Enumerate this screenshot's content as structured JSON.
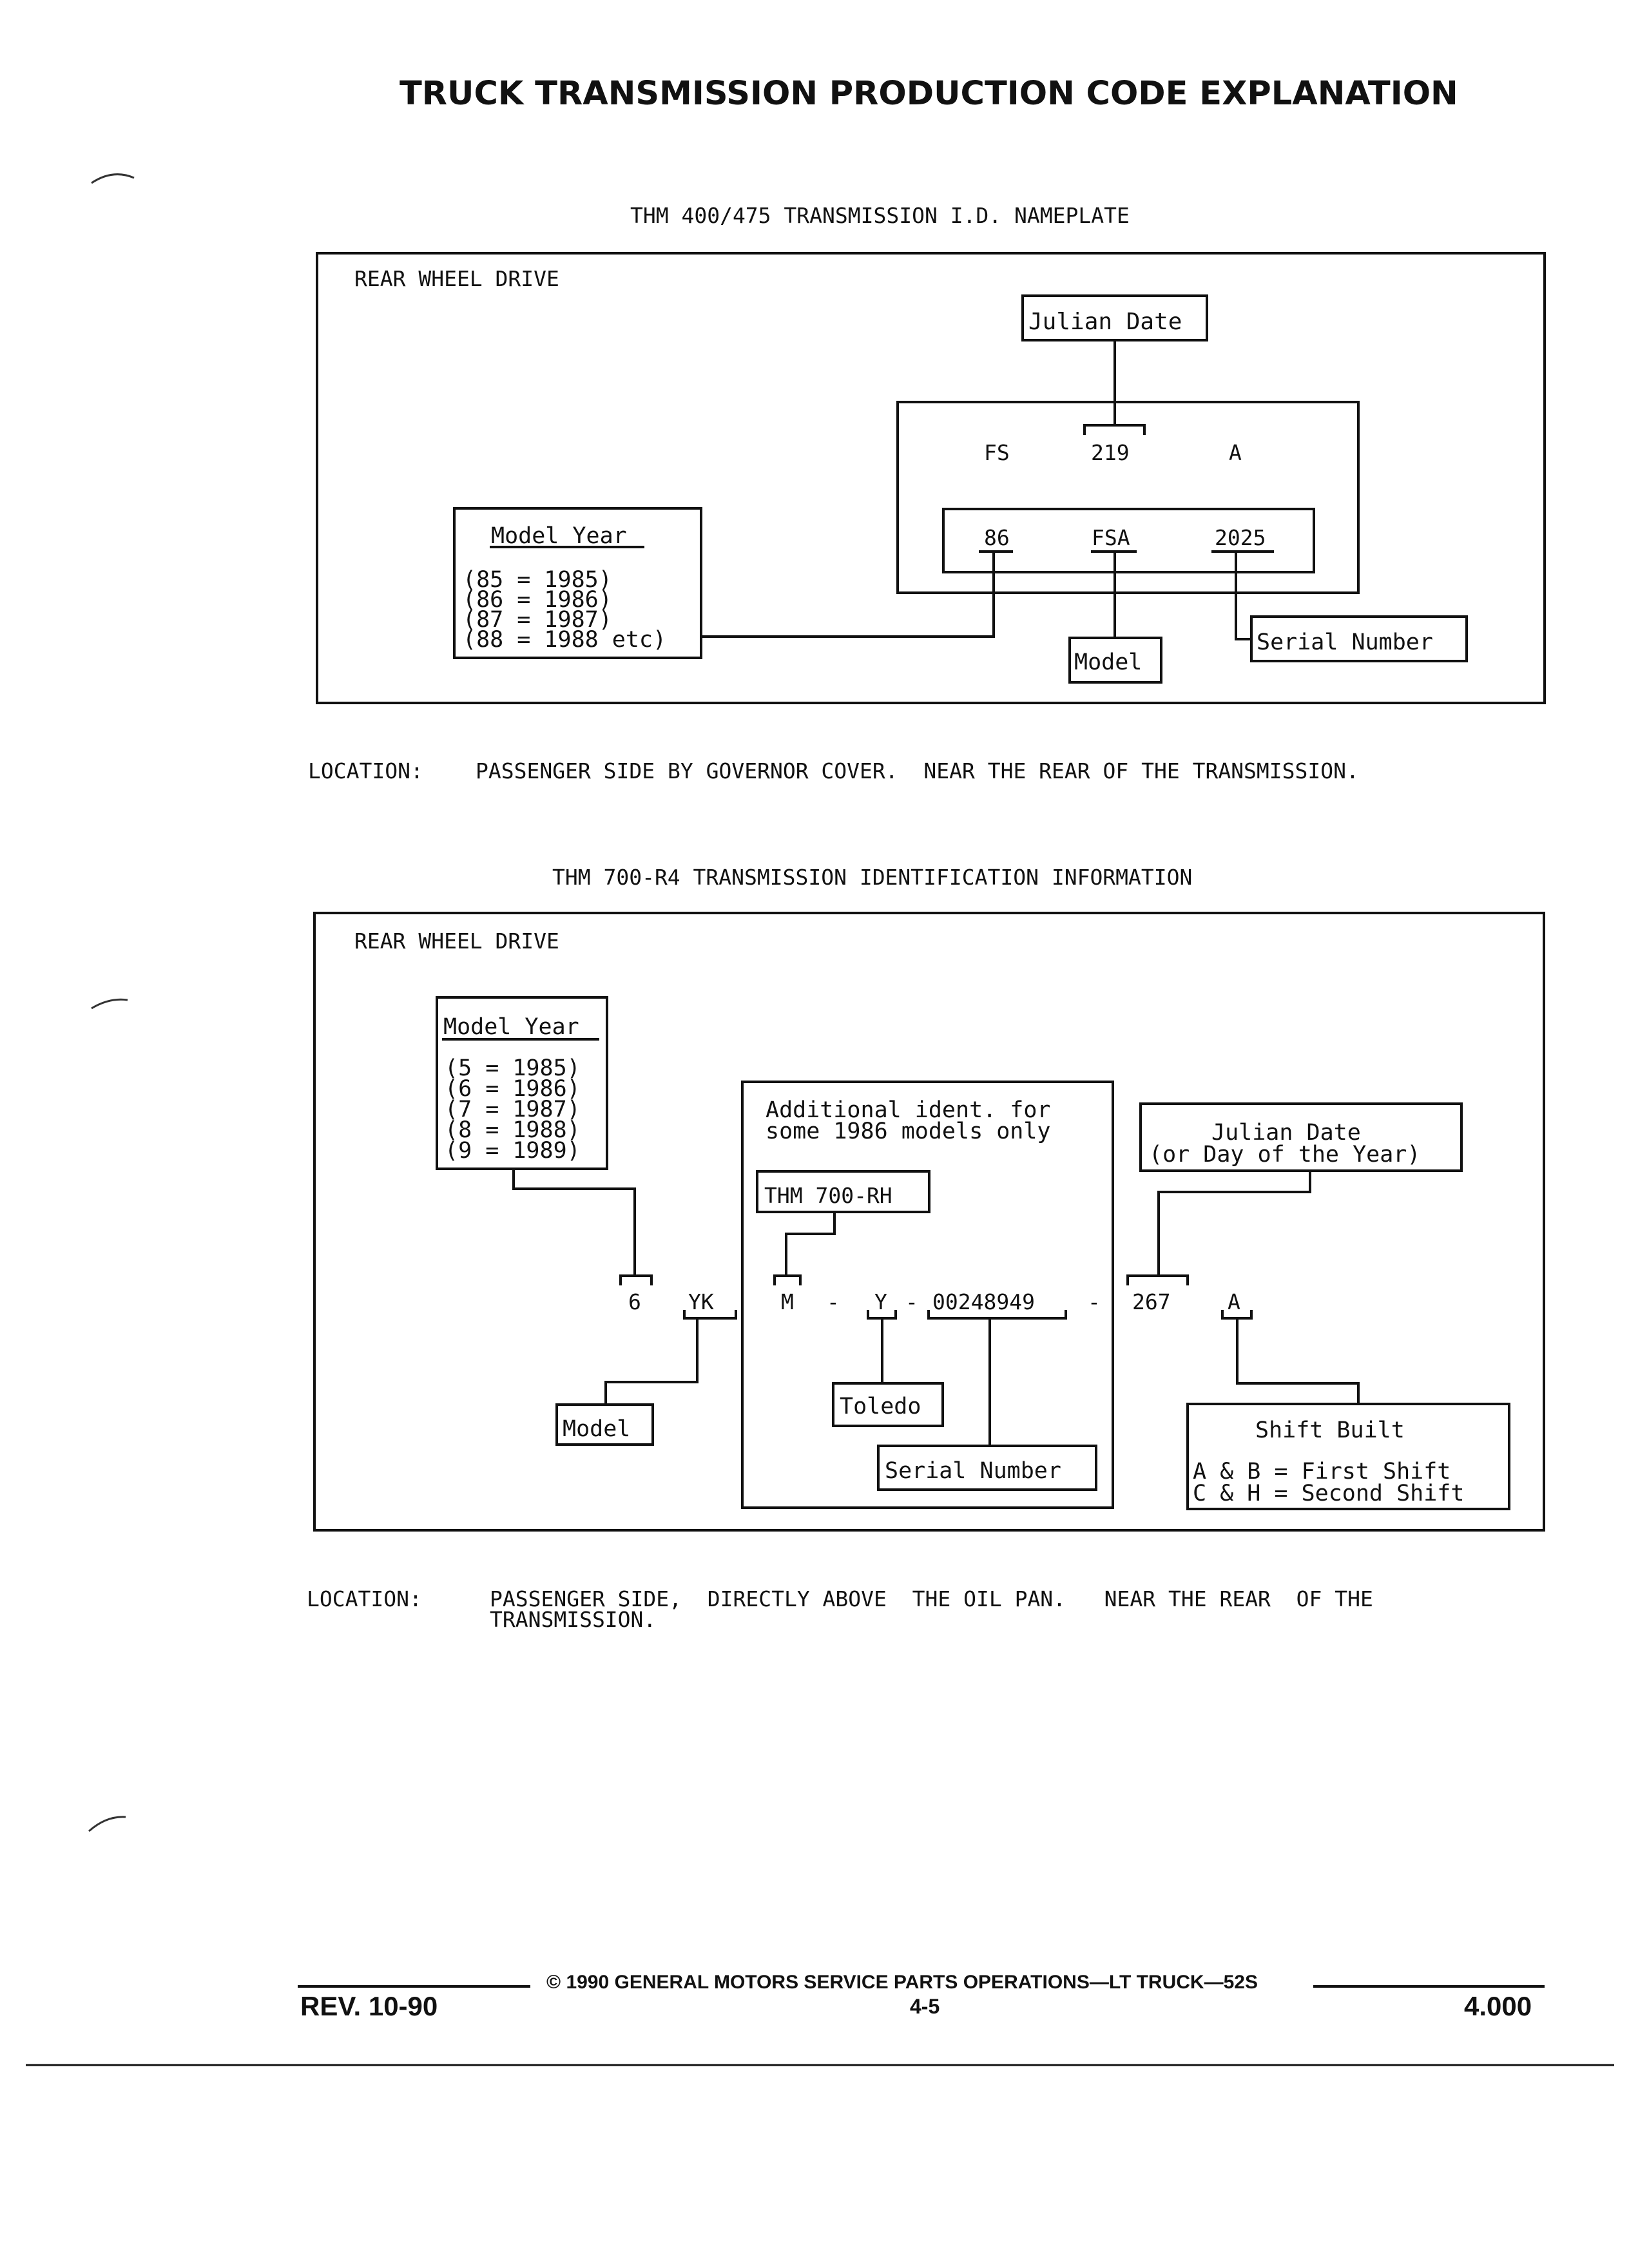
{
  "title": "TRUCK TRANSMISSION PRODUCTION CODE EXPLANATION",
  "section1": {
    "heading": "THM 400/475 TRANSMISSION I.D. NAMEPLATE",
    "drive": "REAR WHEEL DRIVE",
    "julian_date": "Julian Date",
    "plate_row1": [
      "FS",
      "219",
      "A"
    ],
    "plate_row2": [
      "86",
      "FSA",
      "2025"
    ],
    "model_year_title": "Model Year",
    "model_year_lines": [
      "(85 = 1985)",
      "(86 = 1986)",
      "(87 = 1987)",
      "(88 = 1988 etc)"
    ],
    "model": "Model",
    "serial_number": "Serial Number",
    "location_label": "LOCATION:",
    "location_text": "PASSENGER SIDE BY GOVERNOR COVER.  NEAR THE REAR OF THE TRANSMISSION."
  },
  "section2": {
    "heading": "THM 700-R4 TRANSMISSION IDENTIFICATION INFORMATION",
    "drive": "REAR WHEEL DRIVE",
    "model_year_title": "Model Year",
    "model_year_lines": [
      "(5 = 1985)",
      "(6 = 1986)",
      "(7 = 1987)",
      "(8 = 1988)",
      "(9 = 1989)"
    ],
    "additional_lines": [
      "Additional ident. for",
      "some 1986 models only"
    ],
    "thm_label": "THM 700-RH",
    "julian_lines": [
      "Julian Date",
      "(or Day of the Year)"
    ],
    "code_6": "6",
    "code_yk": "YK",
    "code_m": "M",
    "dash": "-",
    "code_y": "Y",
    "code_serial": "00248949",
    "code_267": "267",
    "code_a": "A",
    "model": "Model",
    "toledo": "Toledo",
    "serial_number": "Serial Number",
    "shift_title": "Shift Built",
    "shift_lines": [
      "A & B = First Shift",
      "C & H = Second Shift"
    ],
    "location_label": "LOCATION:",
    "location_text": "PASSENGER SIDE,  DIRECTLY ABOVE  THE OIL PAN.   NEAR THE REAR  OF THE",
    "location_text2": "TRANSMISSION."
  },
  "footer": {
    "copyright": "© 1990 GENERAL MOTORS SERVICE PARTS OPERATIONS—LT TRUCK—52S",
    "rev": "REV. 10-90",
    "page": "4-5",
    "section_no": "4.000"
  }
}
